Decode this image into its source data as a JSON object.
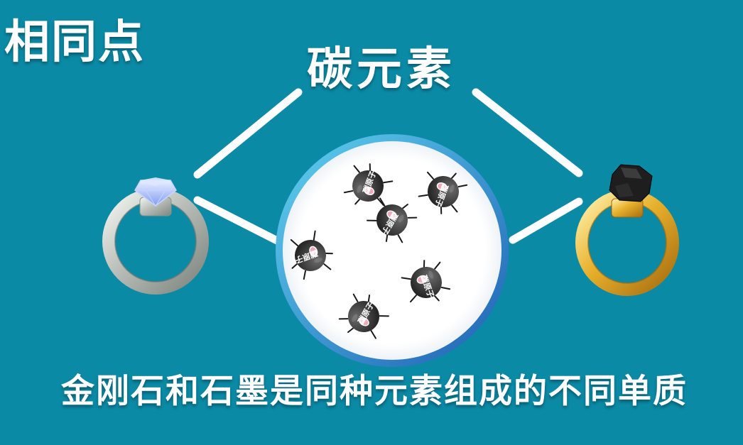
{
  "heading": "相同点",
  "center_label": "碳元素",
  "caption": "金刚石和石墨是同种元素组成的不同单质",
  "atom_label": "碳原子",
  "colors": {
    "background": "#0b8aa6",
    "line": "#ffffff",
    "atom": "#3c3c3c",
    "gold": "#e0a82a",
    "silver": "#c9cdc9",
    "diamond": "#9fb8ff",
    "graphite": "#222222"
  },
  "icons": {
    "left": "diamond-ring-icon",
    "right": "graphite-ring-icon",
    "atoms": "carbon-atom-icon"
  }
}
